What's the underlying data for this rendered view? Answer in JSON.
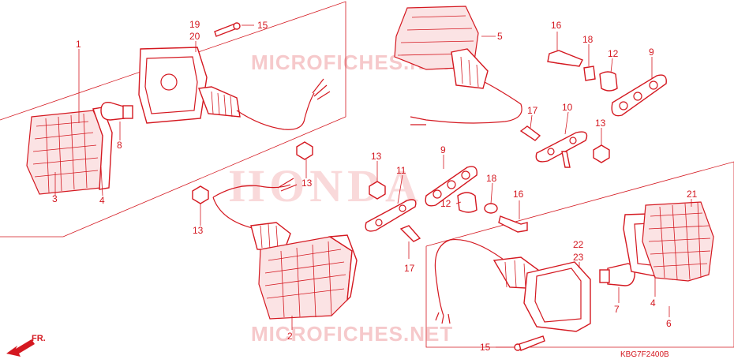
{
  "watermarks": {
    "top": "MICROFICHES.NET",
    "center": "HONDA",
    "bottom": "MICROFICHES.NET"
  },
  "diagram_code": "KBG7F2400B",
  "direction": "FR.",
  "colors": {
    "ink": "#d41820",
    "watermark": "#f6c9cb",
    "background": "#ffffff"
  },
  "callouts": {
    "c1": "1",
    "c3": "3",
    "c4a": "4",
    "c8": "8",
    "c19": "19",
    "c20": "20",
    "c15a": "15",
    "c13a": "13",
    "c13b": "13",
    "c2": "2",
    "c5": "5",
    "c16a": "16",
    "c18a": "18",
    "c12a": "12",
    "c9a": "9",
    "c17a": "17",
    "c10": "10",
    "c13c": "13",
    "c13d": "13",
    "c11": "11",
    "c9b": "9",
    "c18b": "18",
    "c12b": "12",
    "c16b": "16",
    "c17b": "17",
    "c22": "22",
    "c23": "23",
    "c21": "21",
    "c4b": "4",
    "c7": "7",
    "c6": "6",
    "c15b": "15"
  }
}
